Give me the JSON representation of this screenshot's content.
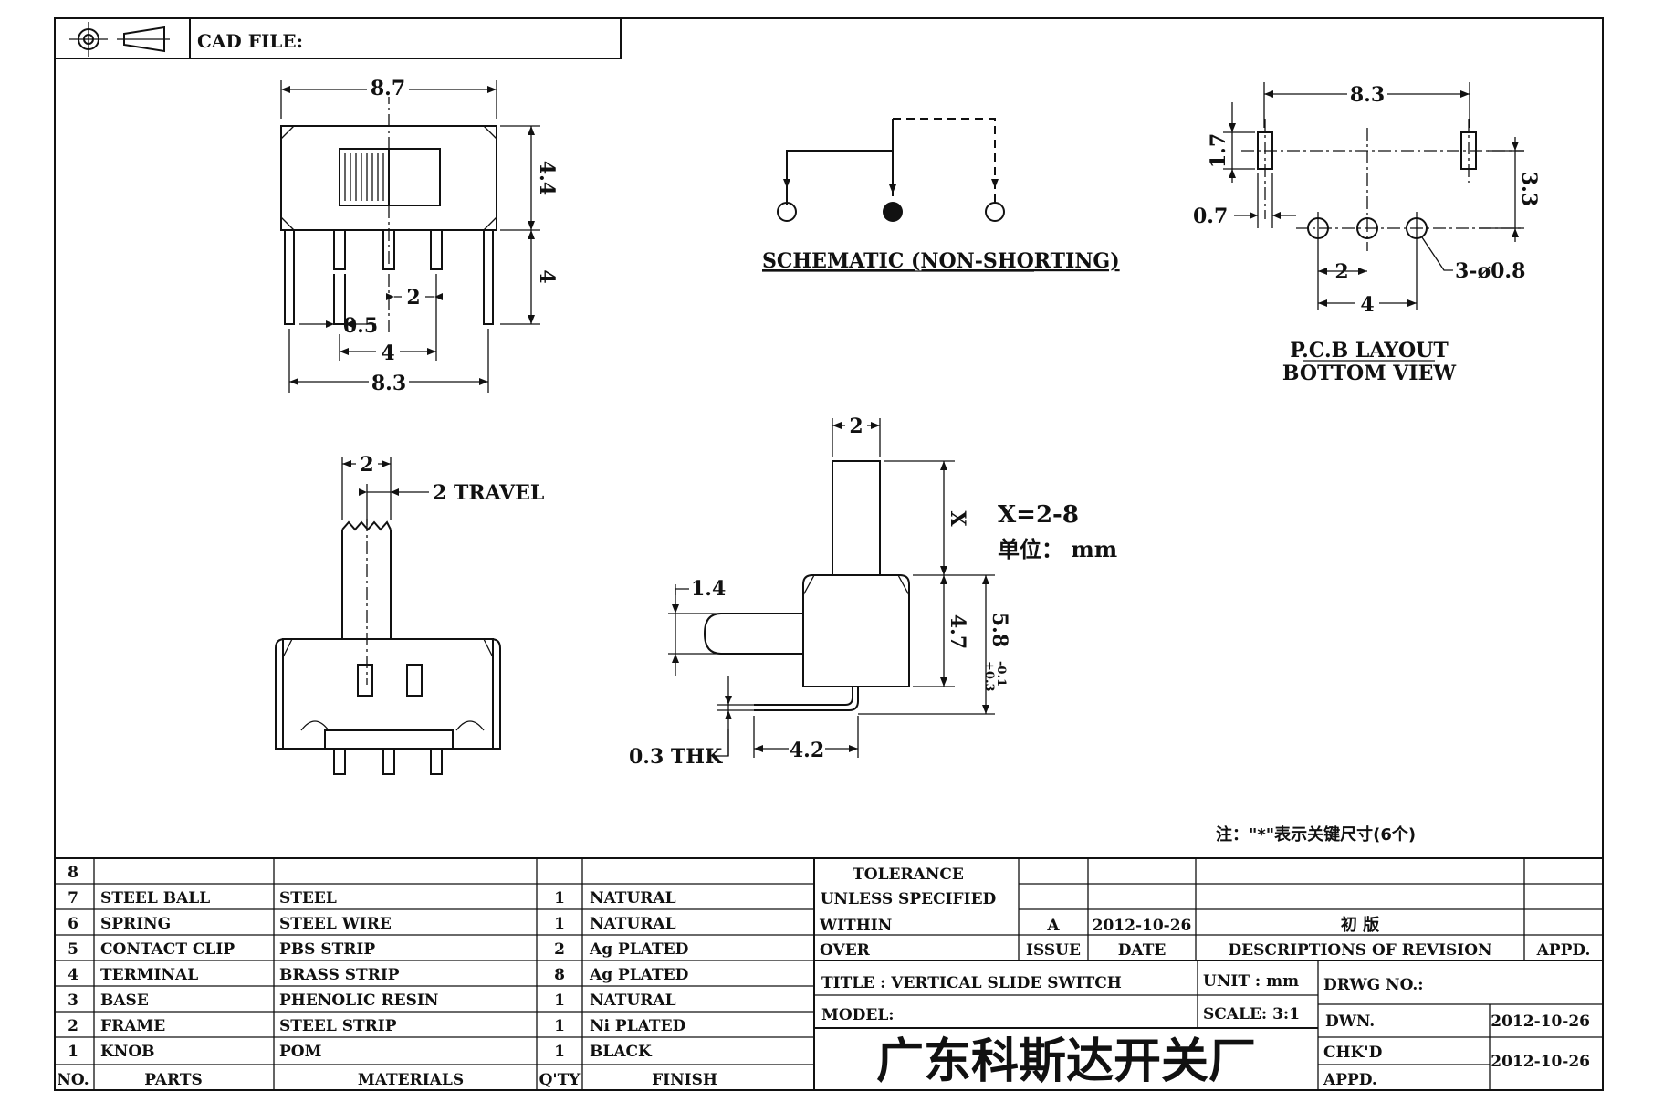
{
  "header": {
    "cad_file_label": "CAD FILE:"
  },
  "dims_top": {
    "d87": "8.7",
    "d44": "4.4",
    "d4v": "4",
    "d2": "2",
    "d05": "0.5",
    "d4": "4",
    "d83": "8.3"
  },
  "schematic": {
    "label": "SCHEMATIC (NON-SHORTING)"
  },
  "pcb": {
    "d83": "8.3",
    "d17": "1.7",
    "d07": "0.7",
    "d33": "3.3",
    "d2": "2",
    "d4": "4",
    "holes": "3-ø0.8",
    "label1": "P.C.B LAYOUT",
    "label2": "BOTTOM VIEW"
  },
  "side": {
    "d2": "2",
    "travel": "2 TRAVEL"
  },
  "profile": {
    "d2": "2",
    "dx": "X",
    "x_range": "X=2-8",
    "unit": "单位： mm",
    "d14": "1.4",
    "d47": "4.7",
    "d58": "5.8",
    "tol_plus": "+0.3",
    "tol_minus": "-0.1",
    "thk": "0.3 THK",
    "d42": "4.2"
  },
  "note": "注：\"*\"表示关键尺寸(6个)",
  "bom": [
    {
      "no": "8",
      "part": "",
      "material": "",
      "qty": "",
      "finish": ""
    },
    {
      "no": "7",
      "part": "STEEL BALL",
      "material": "STEEL",
      "qty": "1",
      "finish": "NATURAL"
    },
    {
      "no": "6",
      "part": "SPRING",
      "material": "STEEL WIRE",
      "qty": "1",
      "finish": "NATURAL"
    },
    {
      "no": "5",
      "part": "CONTACT CLIP",
      "material": "PBS STRIP",
      "qty": "2",
      "finish": "Ag PLATED"
    },
    {
      "no": "4",
      "part": "TERMINAL",
      "material": "BRASS STRIP",
      "qty": "8",
      "finish": "Ag PLATED"
    },
    {
      "no": "3",
      "part": "BASE",
      "material": "PHENOLIC RESIN",
      "qty": "1",
      "finish": "NATURAL"
    },
    {
      "no": "2",
      "part": "FRAME",
      "material": "STEEL STRIP",
      "qty": "1",
      "finish": "Ni PLATED"
    },
    {
      "no": "1",
      "part": "KNOB",
      "material": "POM",
      "qty": "1",
      "finish": "BLACK"
    }
  ],
  "bom_header": {
    "no": "NO.",
    "parts": "PARTS",
    "materials": "MATERIALS",
    "qty": "Q'TY",
    "finish": "FINISH"
  },
  "title_block": {
    "tol1": "TOLERANCE",
    "tol2": "UNLESS  SPECIFIED",
    "within": "WITHIN",
    "over": "OVER",
    "rev_letter": "A",
    "rev_date": "2012-10-26",
    "rev_desc": "初  版",
    "issue": "ISSUE",
    "date": "DATE",
    "descriptions": "DESCRIPTIONS OF REVISION",
    "appd": "APPD.",
    "title": "TITLE :  VERTICAL SLIDE SWITCH",
    "unit": "UNIT :  mm",
    "drwg_no": "DRWG NO.:",
    "model": "MODEL:",
    "scale": "SCALE:  3:1",
    "dwn": "DWN.",
    "dwn_date": "2012-10-26",
    "chkd": "CHK'D",
    "appd2": "APPD.",
    "chk_date": "2012-10-26",
    "company": "广东科斯达开关厂"
  }
}
